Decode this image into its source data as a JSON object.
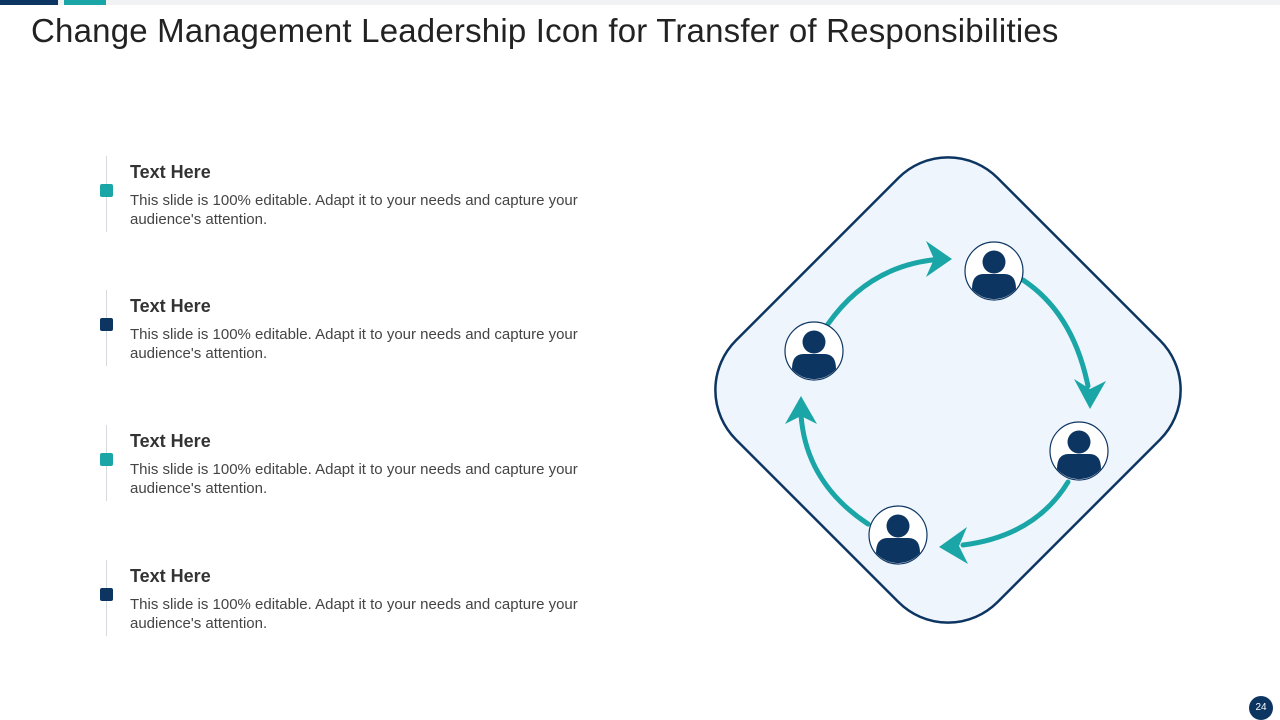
{
  "slide": {
    "title": "Change Management Leadership Icon for Transfer of Responsibilities",
    "page_number": "24"
  },
  "items": [
    {
      "heading": "Text Here",
      "text": "This slide is 100% editable. Adapt it to your needs and capture your audience's attention."
    },
    {
      "heading": "Text Here",
      "text": "This slide is 100% editable. Adapt it to your needs and capture your audience's attention."
    },
    {
      "heading": "Text Here",
      "text": "This slide is 100% editable. Adapt it to your needs and capture your audience's attention."
    },
    {
      "heading": "Text Here",
      "text": "This slide is 100% editable. Adapt it to your needs and capture your audience's attention."
    }
  ],
  "colors": {
    "navy": "#0d3561",
    "teal": "#1aa6a6",
    "diamond_fill": "#eef5fc"
  },
  "icons": [
    "person-icon",
    "cycle-arrow-icon"
  ]
}
